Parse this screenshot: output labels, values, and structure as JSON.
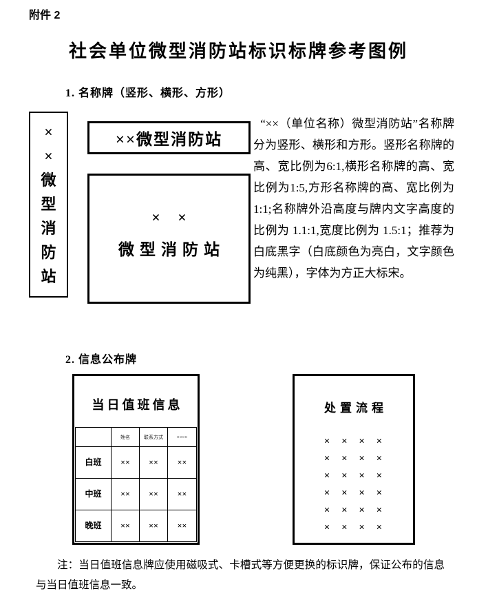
{
  "page": {
    "attachment_label": "附件 2",
    "title": "社会单位微型消防站标识标牌参考图例"
  },
  "section1": {
    "heading": "1. 名称牌（竖形、横形、方形）",
    "vertical_sign": {
      "chars": [
        "×",
        "×",
        "微",
        "型",
        "消",
        "防",
        "站"
      ]
    },
    "horizontal_sign": {
      "text": "××微型消防站"
    },
    "square_sign": {
      "line1": "× ×",
      "line2": "微型消防站"
    },
    "description": "“××（单位名称）微型消防站”名称牌分为竖形、横形和方形。竖形名称牌的高、宽比例为6:1,横形名称牌的高、宽比例为1:5,方形名称牌的高、宽比例为1:1;名称牌外沿高度与牌内文字高度的比例为 1.1:1,宽度比例为 1.5:1；推荐为白底黑字（白底颜色为亮白，文字颜色为纯黑），字体为方正大标宋。"
  },
  "section2": {
    "heading": "2. 信息公布牌",
    "duty_board": {
      "title": "当日值班信息",
      "table": {
        "headers": [
          "",
          "姓名",
          "联系方式",
          "××××"
        ],
        "rows": [
          {
            "label": "白班",
            "cells": [
              "××",
              "××",
              "××"
            ]
          },
          {
            "label": "中班",
            "cells": [
              "××",
              "××",
              "××"
            ]
          },
          {
            "label": "晚班",
            "cells": [
              "××",
              "××",
              "××"
            ]
          }
        ]
      }
    },
    "process_board": {
      "title": "处置流程",
      "lines": [
        "× × × ×",
        "× × × ×",
        "× × × ×",
        "× × × ×",
        "× × × ×",
        "× × × ×"
      ]
    }
  },
  "note": "注：当日值班信息牌应使用磁吸式、卡槽式等方便更换的标识牌，保证公布的信息与当日值班信息一致。"
}
